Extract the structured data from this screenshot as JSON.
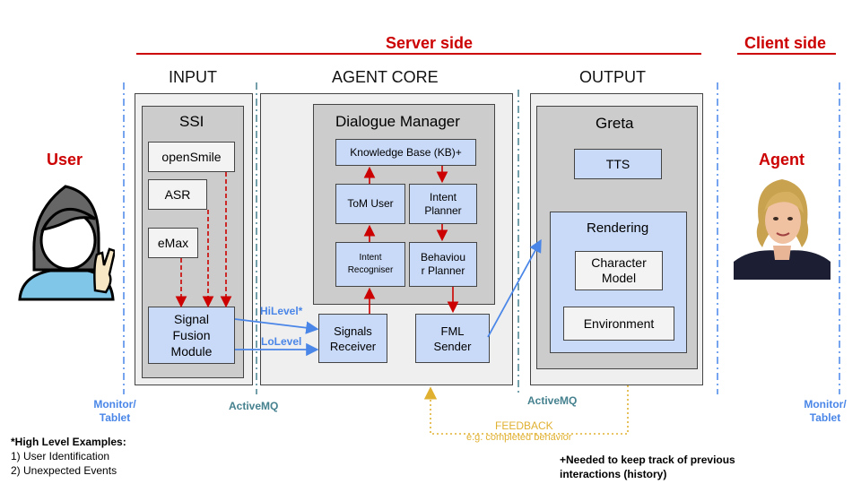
{
  "headers": {
    "server_side": "Server side",
    "client_side": "Client side"
  },
  "sections": {
    "input": "INPUT",
    "agent_core": "AGENT CORE",
    "output": "OUTPUT"
  },
  "actors": {
    "user": "User",
    "agent": "Agent"
  },
  "input_box": {
    "ssi": "SSI",
    "opensmile": "openSmile",
    "asr": "ASR",
    "emax": "eMax",
    "signal_fusion": "Signal Fusion Module"
  },
  "core_box": {
    "dialogue_manager": "Dialogue Manager",
    "knowledge_base": "Knowledge Base (KB)+",
    "tom_user": "ToM User",
    "intent_planner": "Intent Planner",
    "intent_recogniser": "Intent Recogniser",
    "behaviour_planner": "Behaviou r Planner",
    "signals_receiver": "Signals Receiver",
    "fml_sender": "FML Sender"
  },
  "output_box": {
    "greta": "Greta",
    "tts": "TTS",
    "rendering": "Rendering",
    "character_model": "Character Model",
    "environment": "Environment"
  },
  "links": {
    "hilevel": "HiLevel*",
    "lolevel": "LoLevel",
    "activemq_left": "ActiveMQ",
    "activemq_right": "ActiveMQ",
    "feedback": "FEEDBACK",
    "feedback_sub": "e.g. completed behavior"
  },
  "devices": {
    "monitor_left": "Monitor/ Tablet",
    "monitor_right": "Monitor/ Tablet"
  },
  "notes": {
    "high_level_title": "*High Level Examples:",
    "high_level_1": "1) User Identification",
    "high_level_2": "2) Unexpected Events",
    "history_note": "+Needed to keep track of previous interactions (history)"
  },
  "colors": {
    "red": "#cc0000",
    "blue_arrow": "#4a86e8",
    "teal_line": "#45818e",
    "feedback": "#e0b030",
    "box_blue": "#c9daf8"
  },
  "icons": {
    "user": "user-avatar-icon",
    "agent": "agent-avatar-icon"
  }
}
